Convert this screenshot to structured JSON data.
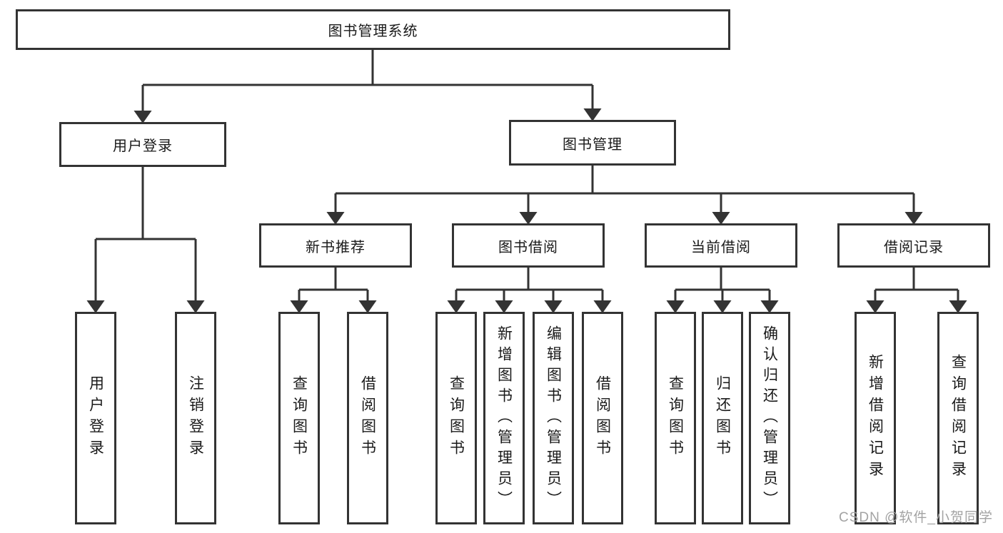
{
  "diagram_type": "hierarchy-tree",
  "colors": {
    "line": "#333333",
    "box_border": "#333333",
    "box_fill": "#ffffff",
    "text": "#1a1a1a",
    "watermark": "#a3a3a3",
    "background": "#ffffff"
  },
  "tree": {
    "label": "图书管理系统",
    "children": [
      {
        "label": "用户登录",
        "children": [
          {
            "label": "用户登录"
          },
          {
            "label": "注销登录"
          }
        ]
      },
      {
        "label": "图书管理",
        "children": [
          {
            "label": "新书推荐",
            "children": [
              {
                "label": "查询图书"
              },
              {
                "label": "借阅图书"
              }
            ]
          },
          {
            "label": "图书借阅",
            "children": [
              {
                "label": "查询图书"
              },
              {
                "label": "新增图书（管理员）"
              },
              {
                "label": "编辑图书（管理员）"
              },
              {
                "label": "借阅图书"
              }
            ]
          },
          {
            "label": "当前借阅",
            "children": [
              {
                "label": "查询图书"
              },
              {
                "label": "归还图书"
              },
              {
                "label": "确认归还（管理员）"
              }
            ]
          },
          {
            "label": "借阅记录",
            "children": [
              {
                "label": "新增借阅记录"
              },
              {
                "label": "查询借阅记录"
              }
            ]
          }
        ]
      }
    ]
  },
  "watermark": "CSDN @软件_小贺同学"
}
